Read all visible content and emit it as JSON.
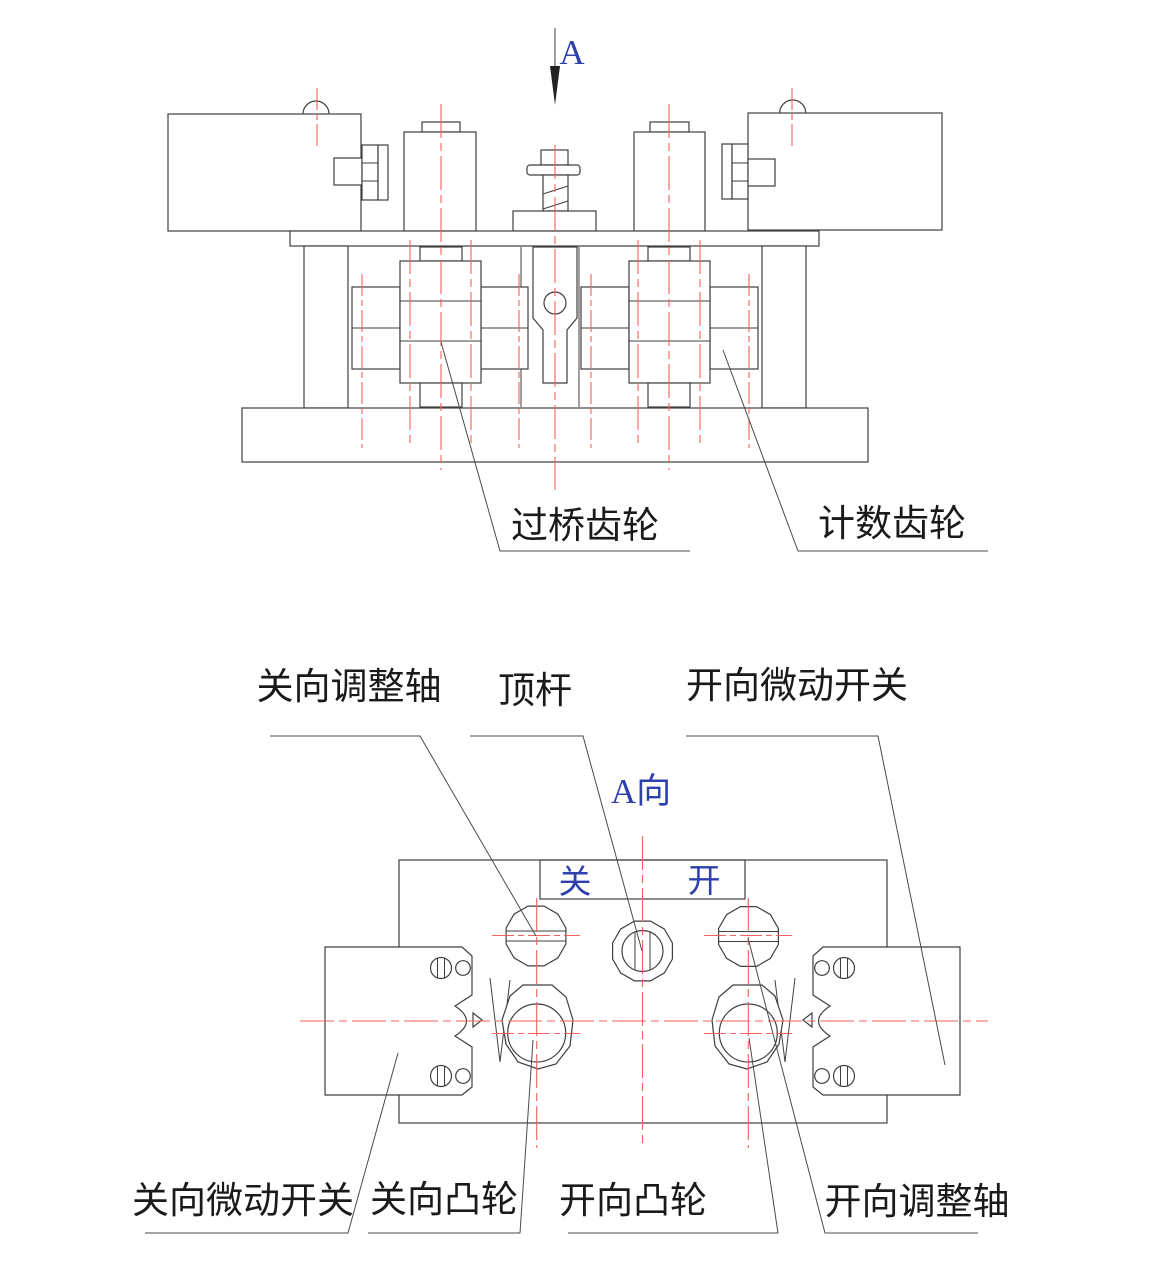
{
  "arrow": {
    "label": "A"
  },
  "front_view": {
    "bridge_gear_label": "过桥齿轮",
    "counting_gear_label": "计数齿轮"
  },
  "a_view": {
    "view_label": "A向",
    "close_mark": "关",
    "open_mark": "开",
    "close_adjust_shaft_label": "关向调整轴",
    "push_rod_label": "顶杆",
    "open_micro_switch_label": "开向微动开关",
    "close_micro_switch_label": "关向微动开关",
    "close_cam_label": "关向凸轮",
    "open_cam_label": "开向凸轮",
    "open_adjust_shaft_label": "开向调整轴"
  },
  "colors": {
    "line": "#3f3f3f",
    "centerline_red": "#f4615e",
    "annotation_blue": "#2e3fae",
    "label_text": "#1a1a1a",
    "background": "#ffffff"
  }
}
